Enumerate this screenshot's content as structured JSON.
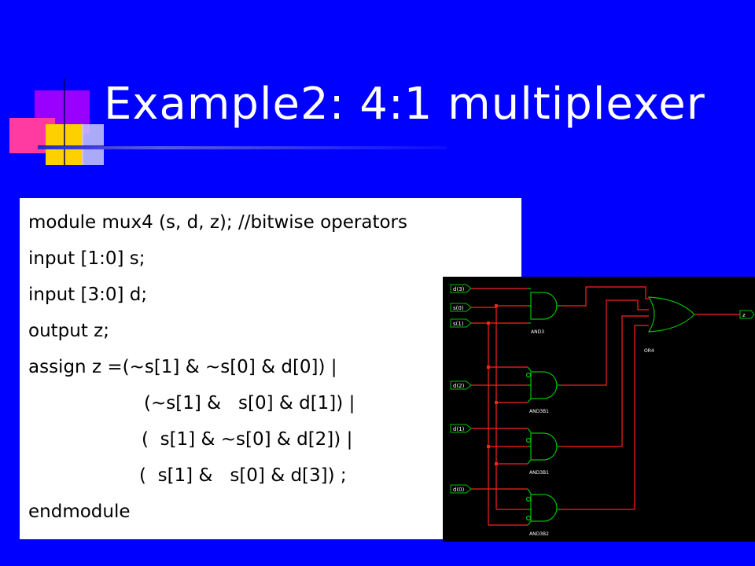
{
  "slide": {
    "title": "Example2: 4:1 multiplexer"
  },
  "code": {
    "lines": [
      "module mux4 (s, d, z); //bitwise operators",
      "input [1:0] s;",
      "input [3:0] d;",
      "output z;",
      "assign z =(~s[1] & ~s[0] & d[0]) |",
      "(~s[1] &   s[0] & d[1]) |",
      "(  s[1] & ~s[0] & d[2]) |",
      "(  s[1] &   s[0] & d[3]) ;",
      "endmodule"
    ]
  },
  "schematic": {
    "input_pins": [
      "d(3)",
      "s(0)",
      "s(1)",
      "d(2)",
      "d(1)",
      "d(0)"
    ],
    "output_pin": "z",
    "gates": [
      "AND3",
      "AND3B1",
      "AND3B1",
      "AND3B2",
      "OR4"
    ],
    "colors": {
      "background": "#000000",
      "wire": "#ff2020",
      "gate": "#00c000",
      "label": "#ffffff"
    }
  }
}
